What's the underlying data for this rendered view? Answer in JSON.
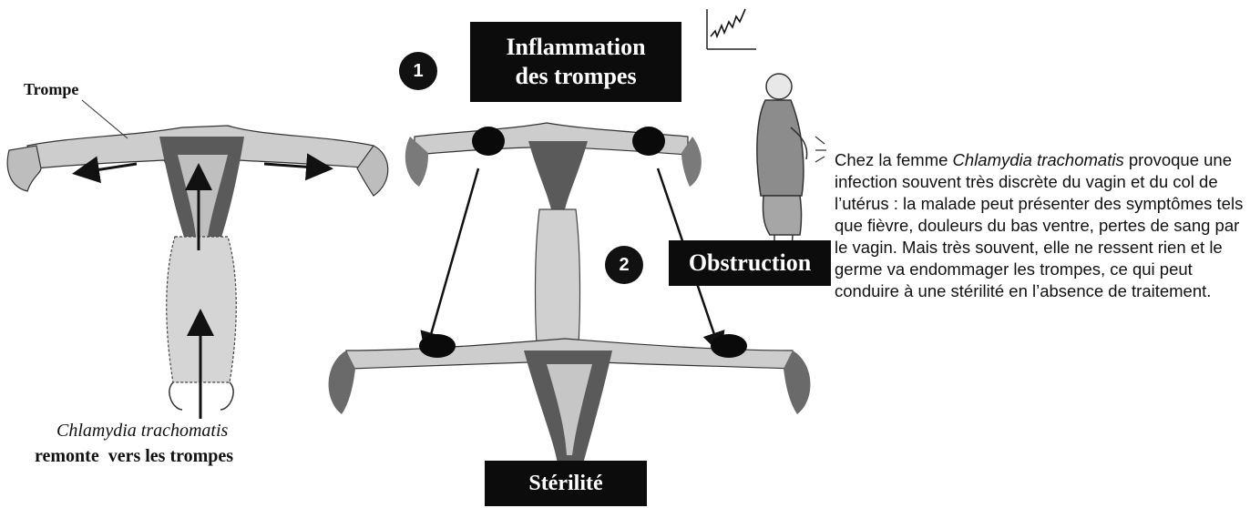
{
  "labels": {
    "trompe": "Trompe",
    "caption_species": "Chlamydia trachomatis",
    "caption_action": "remonte  vers les trompes"
  },
  "steps": [
    {
      "number": "1",
      "title_line1": "Inflammation",
      "title_line2": "des trompes"
    },
    {
      "number": "2",
      "title": "Obstruction"
    }
  ],
  "outcome": "Stérilité",
  "description": {
    "prefix": "Chez la femme ",
    "species": "Chlamydia trachomatis",
    "body": " provoque une infection souvent très discrète du vagin et du col de l’utérus : la malade peut présenter des symptômes tels que fièvre, douleurs du bas ventre, pertes de sang par le vagin. Mais très souvent, elle ne ressent rien et le germe va endommager les trompes, ce qui peut conduire à une stérilité en l’absence de traitement."
  },
  "colors": {
    "tube": "#c8c8c8",
    "uterus_wall": "#5a5a5a",
    "fimbria": "#6a6a6a",
    "box": "#0c0c0c"
  }
}
